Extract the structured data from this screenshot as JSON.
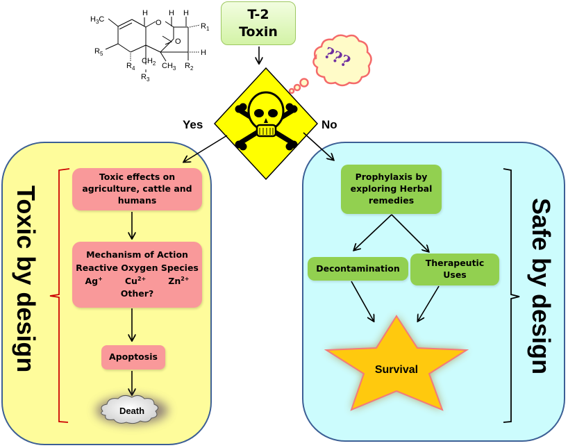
{
  "title_box": {
    "line1": "T-2",
    "line2": "Toxin"
  },
  "thought_bubble": {
    "text": "???"
  },
  "hazard_sign": {
    "icon": "skull-and-crossbones-icon"
  },
  "branches": {
    "yes": "Yes",
    "no": "No"
  },
  "molecule": {
    "name": "trichothecene-core-structure",
    "labels": {
      "h3c": "H3C",
      "r1": "R1",
      "r2": "R2",
      "r3": "R3",
      "r4": "R4",
      "r5": "R5",
      "ch2": "CH2",
      "ch3": "CH3",
      "o_ring": "O",
      "o_epoxide": "O",
      "h": "H"
    }
  },
  "left_panel": {
    "label": "Toxic by design",
    "steps": {
      "toxic_effects": "Toxic effects on agriculture, cattle and humans",
      "mechanism_title": "Mechanism of Action",
      "mechanism_ros": "Reactive Oxygen Species",
      "ions": [
        {
          "symbol": "Ag",
          "charge": "+"
        },
        {
          "symbol": "Cu",
          "charge": "2+"
        },
        {
          "symbol": "Zn",
          "charge": "2+"
        }
      ],
      "mechanism_other": "Other?",
      "apoptosis": "Apoptosis",
      "death": "Death"
    }
  },
  "right_panel": {
    "label": "Safe by design",
    "steps": {
      "prophylaxis": "Prophylaxis by exploring Herbal remedies",
      "decontamination": "Decontamination",
      "therapeutic": "Therapeutic Uses",
      "survival": "Survival"
    }
  },
  "colors": {
    "left_panel_bg": "#fefc9b",
    "right_panel_bg": "#ccfcfd",
    "panel_border": "#3c5f95",
    "pink_box": "#f9999a",
    "green_box": "#92d050",
    "hazard_yellow": "#ffff00",
    "star_fill": "#ffc90e",
    "star_stroke": "#f47a7a",
    "left_bracket": "#cc0000",
    "question_marks": "#7030a0",
    "bubble_stroke": "#f46a6a",
    "bubble_fill": "#fffbc8"
  }
}
